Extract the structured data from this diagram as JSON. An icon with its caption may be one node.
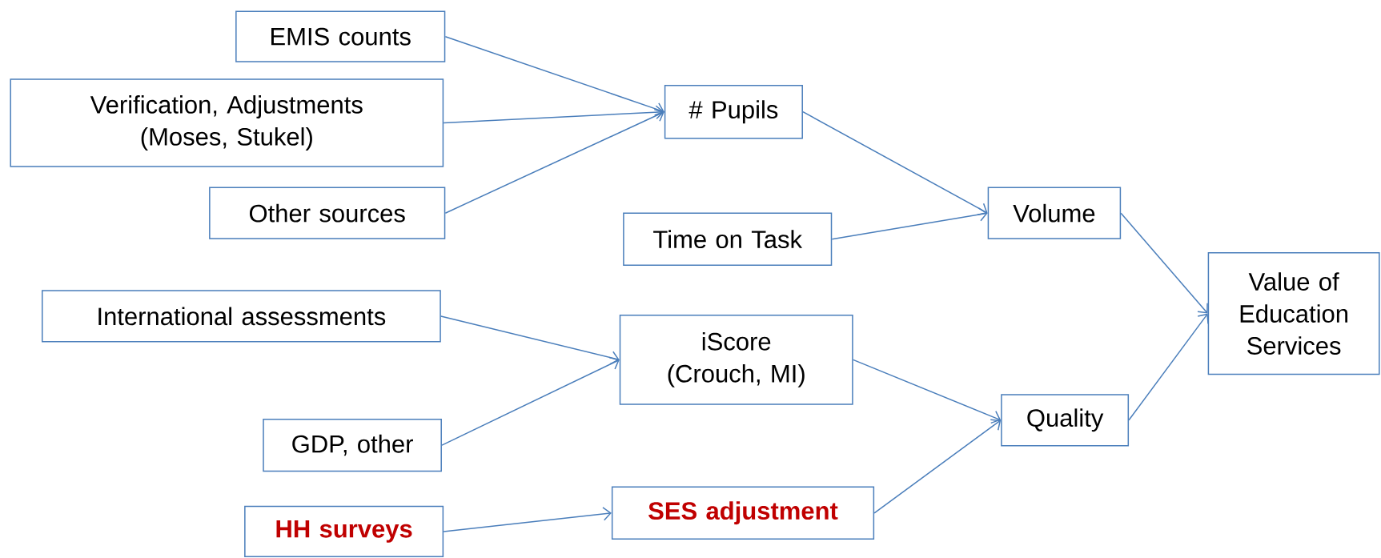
{
  "diagram": {
    "nodes": [
      {
        "text": [
          "EMIS counts"
        ]
      },
      {
        "text": [
          "Verification, Adjustments (Moses, Stukel)"
        ]
      },
      {
        "text": [
          "Other sources"
        ]
      },
      {
        "text": [
          "# Pupils"
        ]
      },
      {
        "text": [
          "Time on Task"
        ]
      },
      {
        "text": [
          "Volume"
        ]
      },
      {
        "text": [
          "Value of Education Services"
        ]
      },
      {
        "text": [
          "International assessments"
        ]
      },
      {
        "text": [
          "iScore (Crouch, MI)"
        ]
      },
      {
        "text": [
          "GDP, other"
        ]
      },
      {
        "text": [
          "Quality"
        ]
      },
      {
        "text": [
          "SES adjustment"
        ]
      },
      {
        "text": [
          "HH surveys"
        ]
      }
    ],
    "edges": [
      {
        "from": 0,
        "to": 3,
        "arrow": "to"
      },
      {
        "from": 1,
        "to": 3,
        "arrow": "to"
      },
      {
        "from": 2,
        "to": 3,
        "arrow": "to"
      },
      {
        "from": 3,
        "to": 5,
        "arrow": "to"
      },
      {
        "from": 4,
        "to": 5,
        "arrow": "to"
      },
      {
        "from": 5,
        "to": 6,
        "arrow": "to"
      },
      {
        "from": 7,
        "to": 8,
        "arrow": "to"
      },
      {
        "from": 9,
        "to": 8,
        "arrow": "to"
      },
      {
        "from": 8,
        "to": 10,
        "arrow": "to"
      },
      {
        "from": 10,
        "to": 6,
        "arrow": "to"
      },
      {
        "from": 12,
        "to": 11,
        "arrow": "to"
      },
      {
        "from": 11,
        "to": 10,
        "arrow": "to"
      }
    ]
  }
}
